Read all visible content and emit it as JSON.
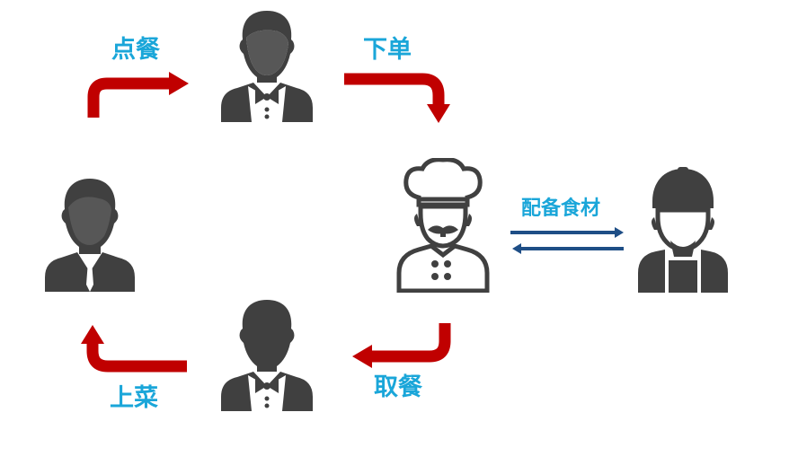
{
  "labels": {
    "order": "点餐",
    "place_order": "下单",
    "prep_ingredients": "配备食材",
    "pick_up": "取餐",
    "serve": "上菜"
  },
  "colors": {
    "label_blue": "#1aa6d9",
    "arrow_red": "#c00000",
    "arrow_blue": "#1e4e86",
    "icon_gray": "#404040",
    "icon_light": "#ffffff"
  },
  "icons": {
    "customer": "customer-icon",
    "waiter": "waiter-icon",
    "chef": "chef-icon",
    "kitchen_helper": "kitchen-helper-icon"
  }
}
